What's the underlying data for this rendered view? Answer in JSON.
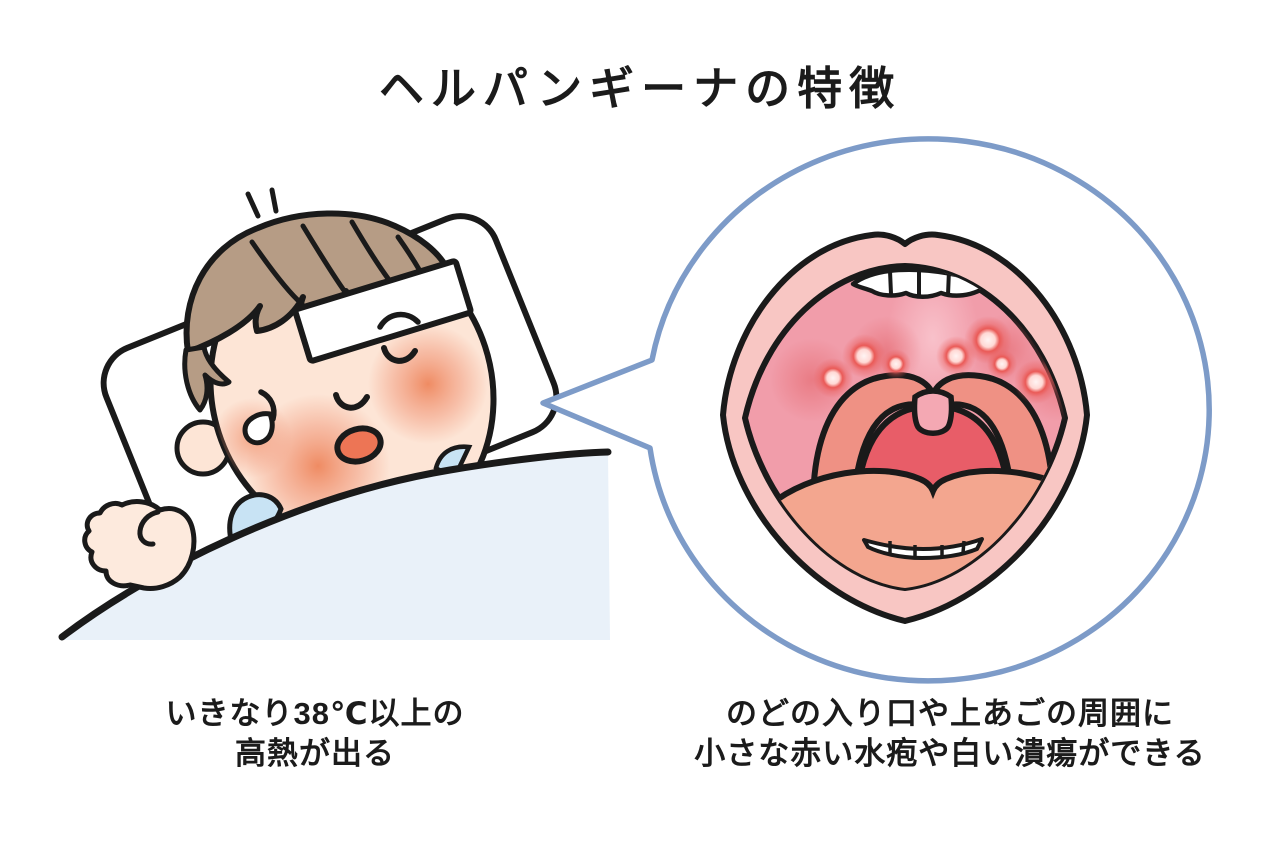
{
  "title": "ヘルパンギーナの特徴",
  "sections": {
    "fever": {
      "illustration": "sick-child-in-bed",
      "caption_line1": "いきなり38℃以上の",
      "caption_line2": "高熱が出る"
    },
    "throat": {
      "illustration": "open-mouth-with-throat-blisters",
      "blister_count": 7,
      "caption_line1": "のどの入り口や上あごの周囲に",
      "caption_line2": "小さな赤い水疱や白い潰瘍ができる"
    }
  },
  "colors": {
    "background": "#ffffff",
    "outline": "#1a1a1a",
    "text": "#1b1b1b",
    "speech_bubble_outline": "#7d9bc8",
    "skin": "#fde5d6",
    "cheek_flush": "#ee8258",
    "hair": "#b69c85",
    "cooling_pad": "#ffffff",
    "pillow": "#ffffff",
    "blanket": "#e9f1f9",
    "pajama_collar": "#c8e3f4",
    "child_mouth": "#ed7555",
    "lips": "#f8c6c3",
    "palate": "#f19daa",
    "tonsil_arch": "#ef9184",
    "throat_red": "#e85d68",
    "uvula": "#f4a8b3",
    "tongue": "#f3a68f",
    "teeth": "#ffffff",
    "blister_ring": "#e85055"
  }
}
